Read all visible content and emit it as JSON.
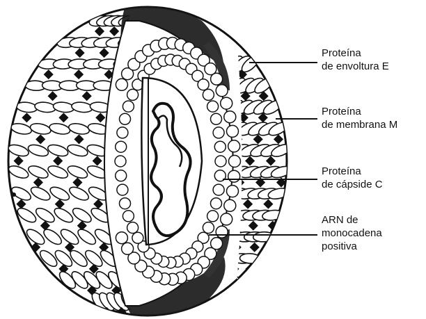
{
  "labels": {
    "envelope": {
      "line1": "Proteína",
      "line2": "de envoltura E"
    },
    "membrane": {
      "line1": "Proteína",
      "line2": "de membrana M"
    },
    "capsid": {
      "line1": "Proteína",
      "line2": "de cápside C"
    },
    "rna": {
      "line1": "ARN de",
      "line2": "monocadena",
      "line3": "positiva"
    }
  },
  "colors": {
    "ink": "#111111",
    "background": "#ffffff"
  }
}
